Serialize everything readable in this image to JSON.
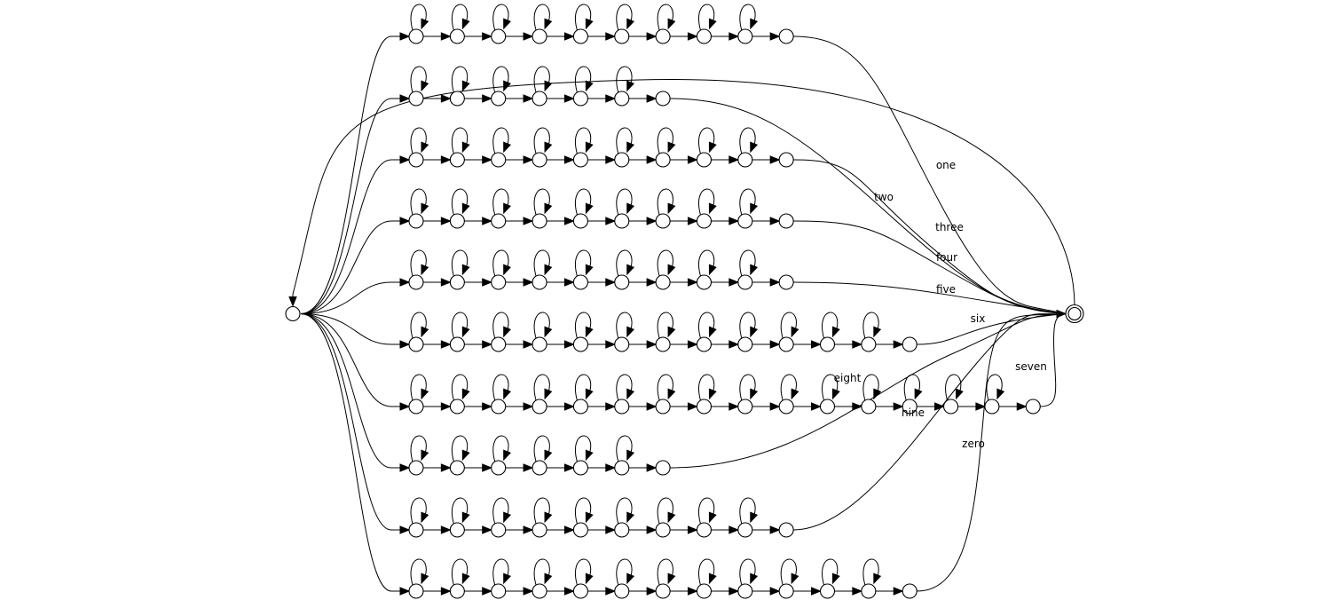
{
  "diagram": {
    "type": "finite-state-automaton",
    "start_state": "start",
    "final_state": "final",
    "branches": [
      {
        "id": "one",
        "word": "one",
        "states": 10,
        "self_loops": 9,
        "label": "one"
      },
      {
        "id": "two",
        "word": "two",
        "states": 7,
        "self_loops": 6,
        "label": "two"
      },
      {
        "id": "three",
        "word": "three",
        "states": 10,
        "self_loops": 9,
        "label": "three"
      },
      {
        "id": "four",
        "word": "four",
        "states": 10,
        "self_loops": 9,
        "label": "four"
      },
      {
        "id": "five",
        "word": "five",
        "states": 10,
        "self_loops": 9,
        "label": "five"
      },
      {
        "id": "six",
        "word": "six",
        "states": 13,
        "self_loops": 12,
        "label": "six"
      },
      {
        "id": "seven",
        "word": "seven",
        "states": 16,
        "self_loops": 15,
        "label": "seven"
      },
      {
        "id": "eight",
        "word": "eight",
        "states": 7,
        "self_loops": 6,
        "label": "eight"
      },
      {
        "id": "nine",
        "word": "nine",
        "states": 10,
        "self_loops": 9,
        "label": "nine"
      },
      {
        "id": "zero",
        "word": "zero",
        "states": 13,
        "self_loops": 12,
        "label": "zero"
      }
    ],
    "loop_back_edge": {
      "from": "final",
      "to": "start"
    },
    "colors": {
      "stroke": "#000000",
      "fill": "#ffffff"
    }
  }
}
